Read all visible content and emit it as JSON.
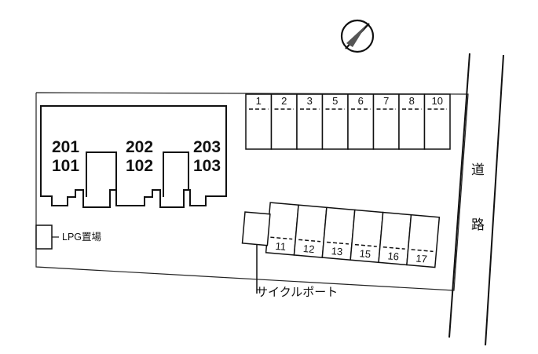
{
  "site_plan": {
    "units": {
      "upper": [
        "201",
        "202",
        "203"
      ],
      "lower": [
        "101",
        "102",
        "103"
      ]
    },
    "parking_top": [
      "1",
      "2",
      "3",
      "5",
      "6",
      "7",
      "8",
      "10"
    ],
    "parking_bottom": [
      "11",
      "12",
      "13",
      "15",
      "16",
      "17"
    ],
    "road_label": [
      "道",
      "路"
    ],
    "lpg_label": "LPG置場",
    "cycle_port_label": "サイクルポート",
    "compass_icon": "north-arrow-icon"
  }
}
